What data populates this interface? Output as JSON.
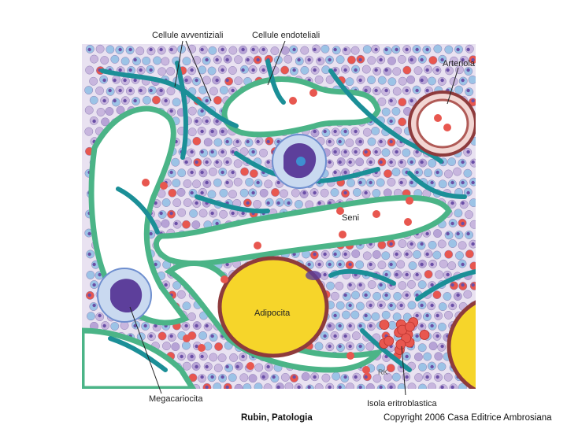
{
  "labels": {
    "cellule_avventiziali": "Cellule avventiziali",
    "cellule_endoteliali": "Cellule endoteliali",
    "arteriola": "Arteriola",
    "seni": "Seni",
    "adipocita": "Adipocita",
    "megacariocita": "Megacariocita",
    "isola_eritroblastica": "Isola eritroblastica"
  },
  "signature": "RK",
  "footer": {
    "book": "Rubin, Patologia",
    "copyright": "Copyright 2006 Casa Editrice Ambrosiana"
  },
  "colors": {
    "stroma_teal": "#1b8f97",
    "sinus_green": "#4bb487",
    "cell_lilac": "#c8b6de",
    "cell_blue": "#9cc3e6",
    "red_cell": "#e8574f",
    "fat_yellow": "#f6d52a",
    "fat_rim": "#8e3b3c",
    "megakaryocyte": "#5d3f9b"
  }
}
